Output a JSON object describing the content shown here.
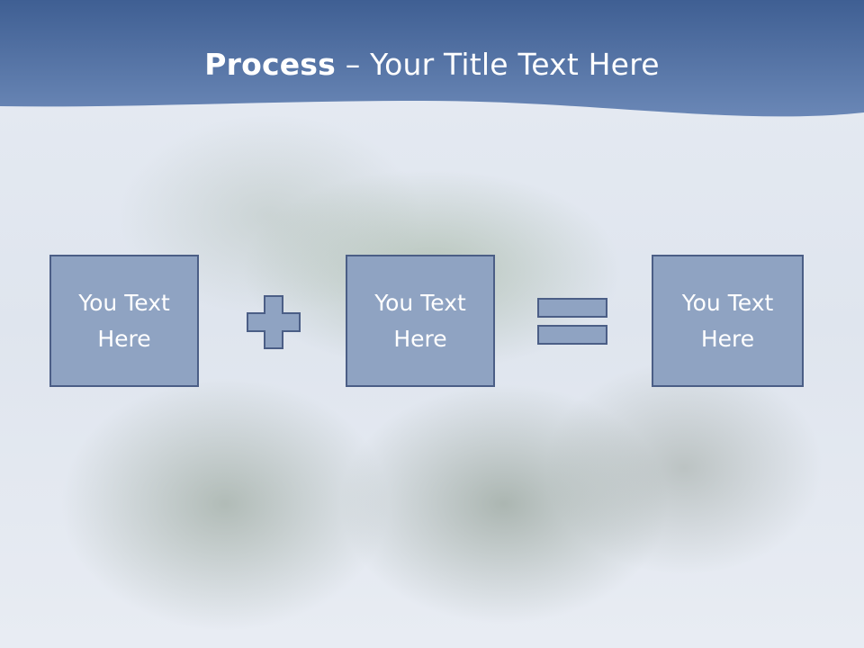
{
  "title": {
    "bold": "Process",
    "separator": " – ",
    "rest": "Your Title Text Here"
  },
  "boxes": [
    {
      "line1": "You Text",
      "line2": "Here"
    },
    {
      "line1": "You Text",
      "line2": "Here"
    },
    {
      "line1": "You Text",
      "line2": "Here"
    }
  ],
  "operators": [
    "plus",
    "equals"
  ],
  "colors": {
    "header": "#4d6da0",
    "box_fill": "#8fa3c2",
    "box_border": "#4b5e86"
  }
}
